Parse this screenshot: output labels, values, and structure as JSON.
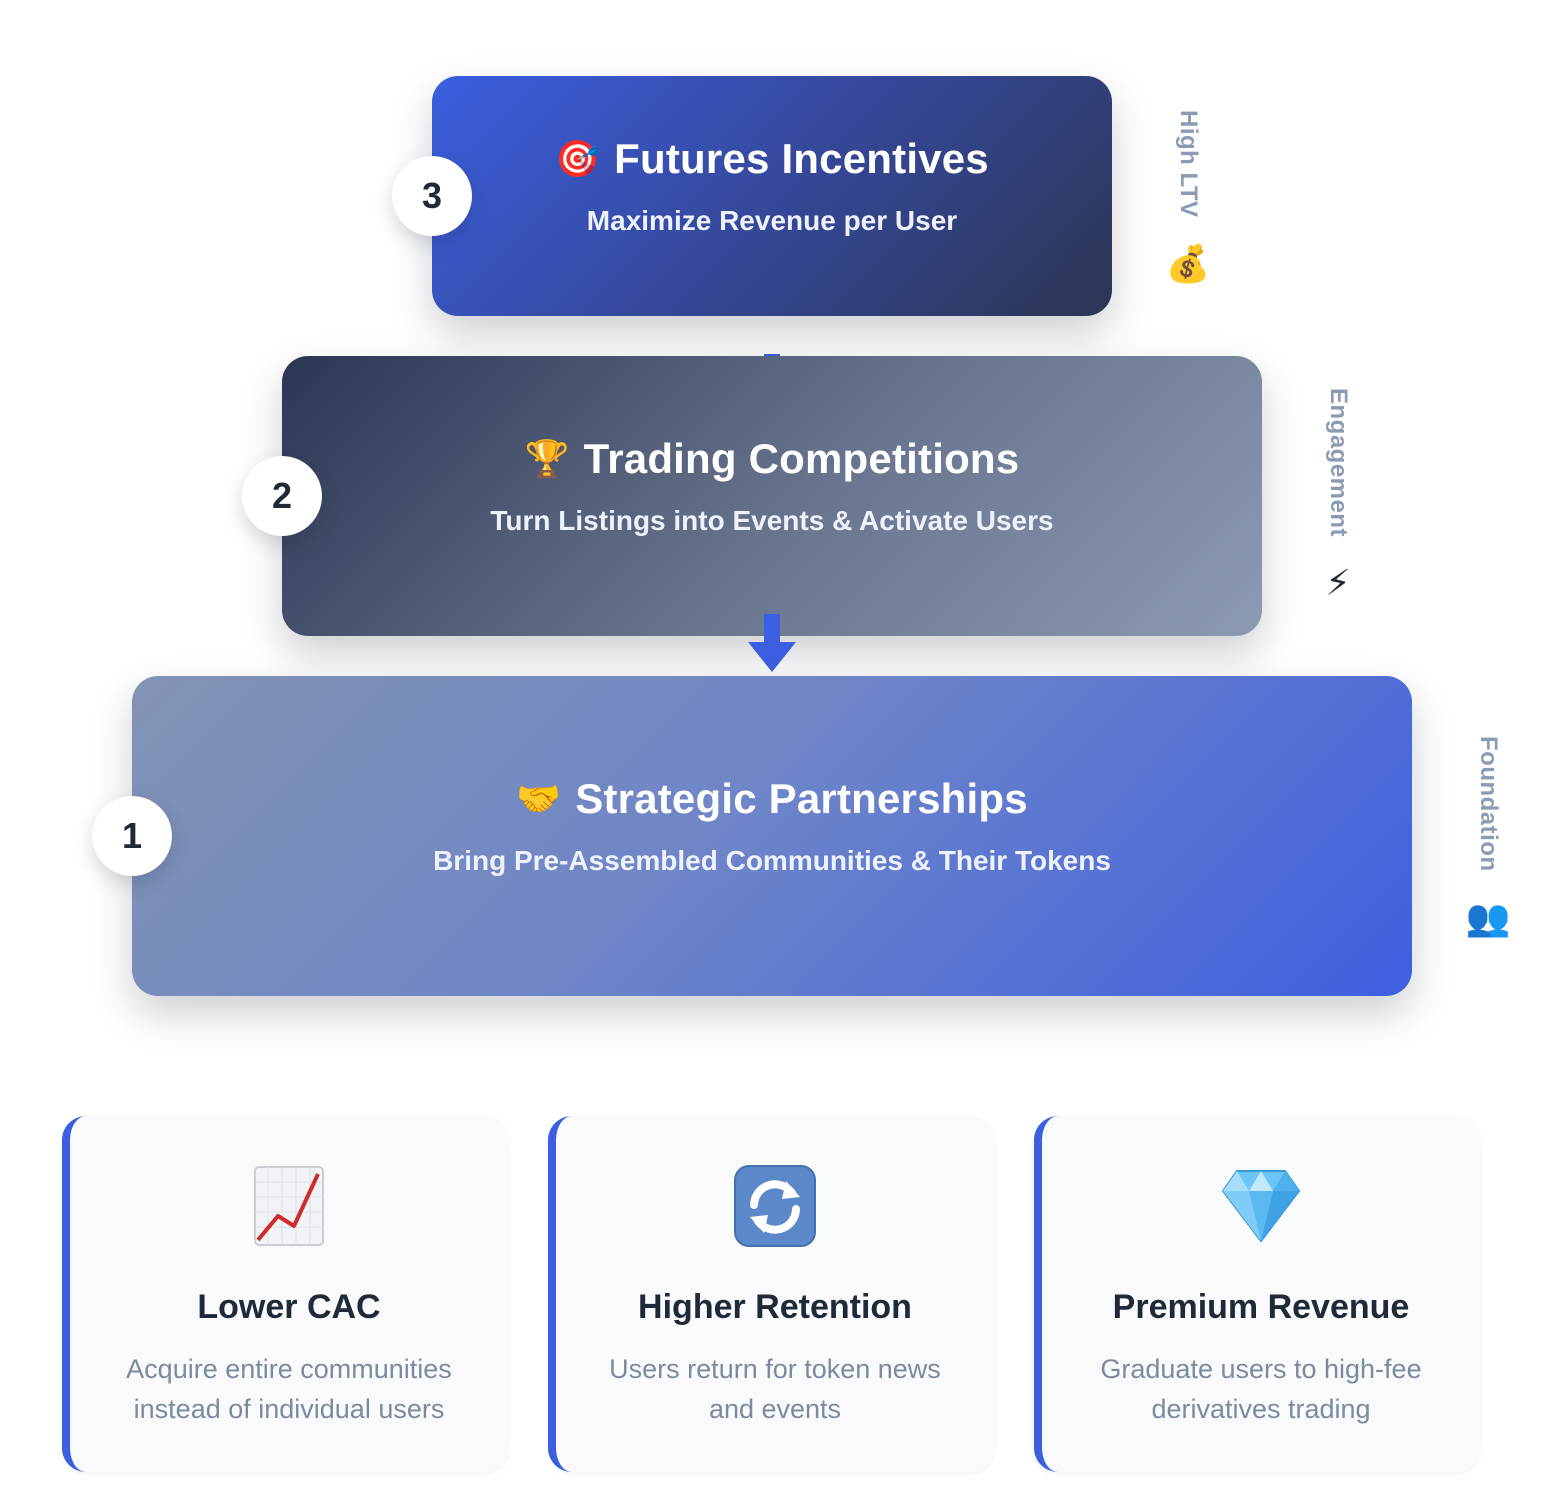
{
  "tiers": [
    {
      "number": "3",
      "icon": "🎯",
      "icon_name": "target-icon",
      "title": "Futures Incentives",
      "subtitle": "Maximize Revenue per User",
      "side_label": "High LTV",
      "side_icon": "💰",
      "side_icon_name": "money-bag-icon"
    },
    {
      "number": "2",
      "icon": "🏆",
      "icon_name": "trophy-icon",
      "title": "Trading Competitions",
      "subtitle": "Turn Listings into Events & Activate Users",
      "side_label": "Engagement",
      "side_icon": "⚡",
      "side_icon_name": "lightning-icon"
    },
    {
      "number": "1",
      "icon": "🤝",
      "icon_name": "handshake-icon",
      "title": "Strategic Partnerships",
      "subtitle": "Bring Pre-Assembled Communities & Their Tokens",
      "side_label": "Foundation",
      "side_icon": "👥",
      "side_icon_name": "people-icon"
    }
  ],
  "cards": [
    {
      "icon_name": "chart-increasing-icon",
      "title": "Lower CAC",
      "description": "Acquire entire communities instead of individual users"
    },
    {
      "icon_name": "refresh-icon",
      "title": "Higher Retention",
      "description": "Users return for token news and events"
    },
    {
      "icon_name": "gem-icon",
      "title": "Premium Revenue",
      "description": "Graduate users to high-fee derivatives trading"
    }
  ],
  "colors": {
    "accent": "#3b5fe0",
    "dark": "#2c3552",
    "muted_text": "#7c8aa0",
    "side_label": "#8b9bb4"
  }
}
